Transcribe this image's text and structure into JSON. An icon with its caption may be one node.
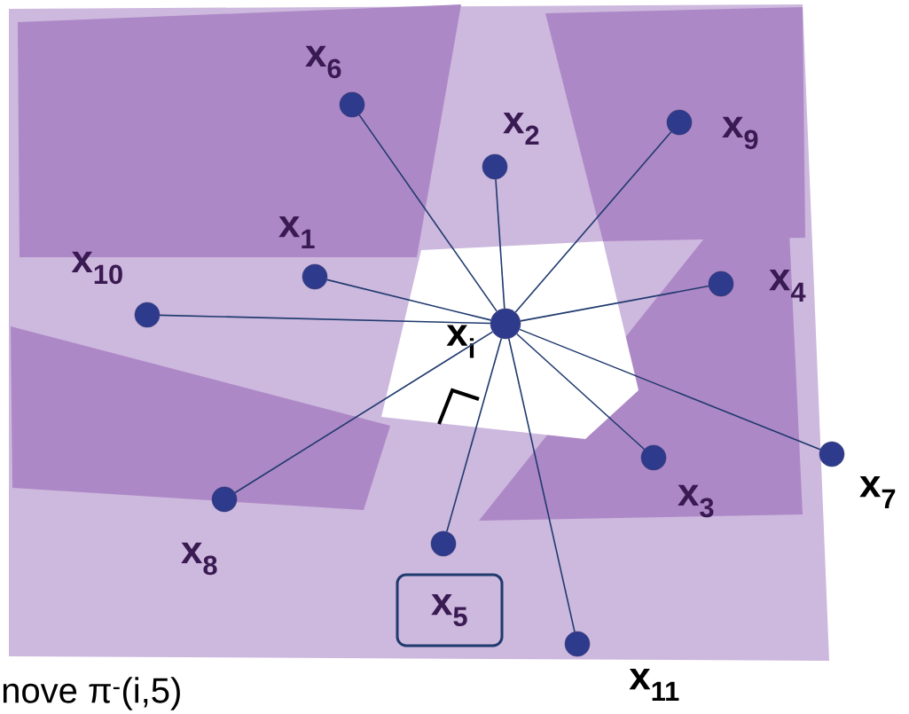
{
  "diagram": {
    "nodes": [
      {
        "text": [
          "x$_{i}$"
        ]
      },
      {
        "text": [
          "x$_{1}$"
        ]
      },
      {
        "text": [
          "x$_{2}$"
        ]
      },
      {
        "text": [
          "x$_{3}$"
        ]
      },
      {
        "text": [
          "x$_{4}$"
        ]
      },
      {
        "text": [],
        "shape": "circle"
      },
      {
        "text": [
          "x$_{6}$"
        ]
      },
      {
        "text": [
          "x$_{7}$"
        ]
      },
      {
        "text": [
          "x$_{8}$"
        ]
      },
      {
        "text": [
          "x$_{9}$"
        ]
      },
      {
        "text": [
          "x$_{10}$"
        ]
      },
      {
        "text": [
          "x$_{11}$"
        ]
      },
      {
        "text": [
          "x$_{5}$"
        ]
      }
    ],
    "edges": [
      {
        "from": 0,
        "to": 1,
        "arrow": "none"
      },
      {
        "from": 0,
        "to": 2,
        "arrow": "none"
      },
      {
        "from": 0,
        "to": 3,
        "arrow": "none"
      },
      {
        "from": 0,
        "to": 4,
        "arrow": "none"
      },
      {
        "from": 0,
        "to": 5,
        "arrow": "none"
      },
      {
        "from": 0,
        "to": 6,
        "arrow": "none"
      },
      {
        "from": 0,
        "to": 7,
        "arrow": "none"
      },
      {
        "from": 0,
        "to": 8,
        "arrow": "none"
      },
      {
        "from": 0,
        "to": 9,
        "arrow": "none"
      },
      {
        "from": 0,
        "to": 10,
        "arrow": "none"
      },
      {
        "from": 0,
        "to": 11,
        "arrow": "none"
      }
    ],
    "labels": [
      "nove π$^{-}$(i,5)"
    ]
  }
}
